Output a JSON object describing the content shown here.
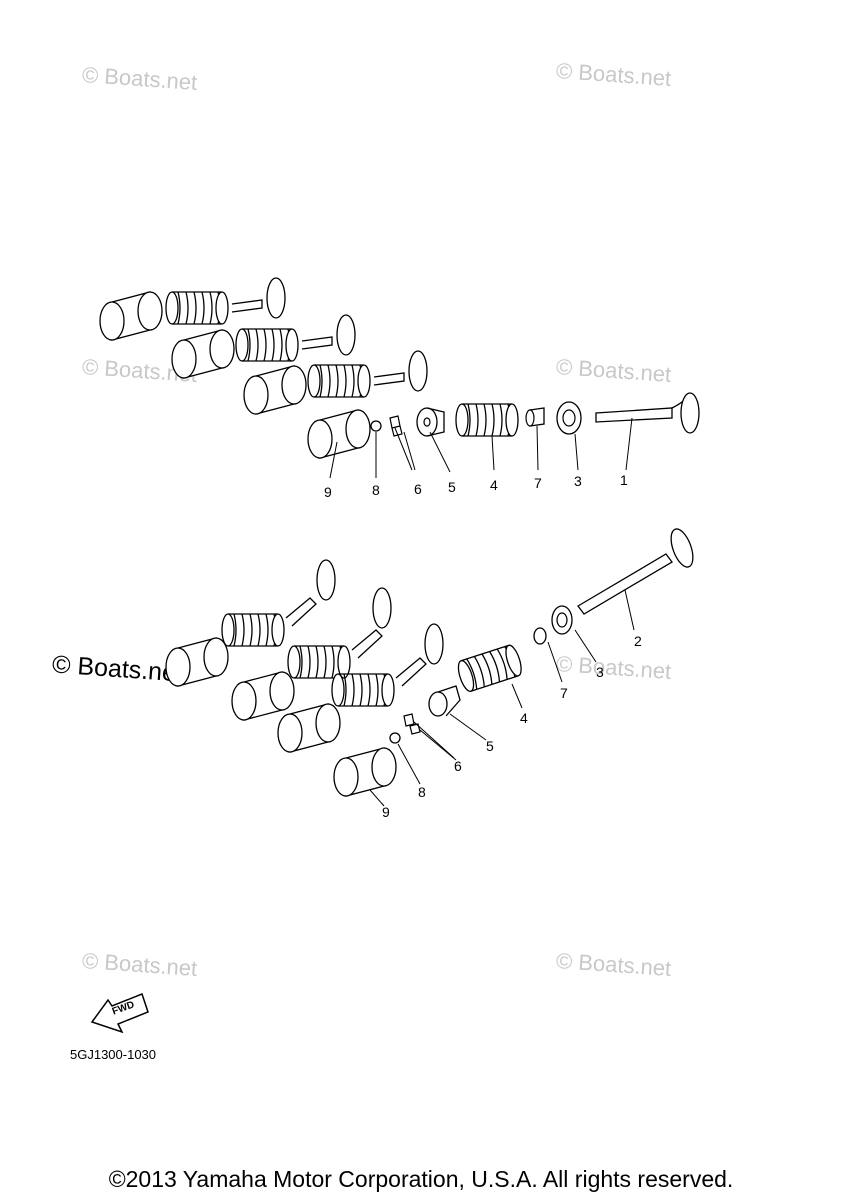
{
  "watermark": "© Boats.net",
  "callouts": {
    "intake": [
      "9",
      "8",
      "6",
      "5",
      "4",
      "7",
      "3",
      "1"
    ],
    "exhaust": [
      "2",
      "3",
      "7",
      "4",
      "5",
      "6",
      "8",
      "9"
    ]
  },
  "fwd_label": "FWD",
  "diagram_code": "5GJ1300-1030",
  "copyright": "©2013 Yamaha Motor Corporation, U.S.A. All rights reserved."
}
